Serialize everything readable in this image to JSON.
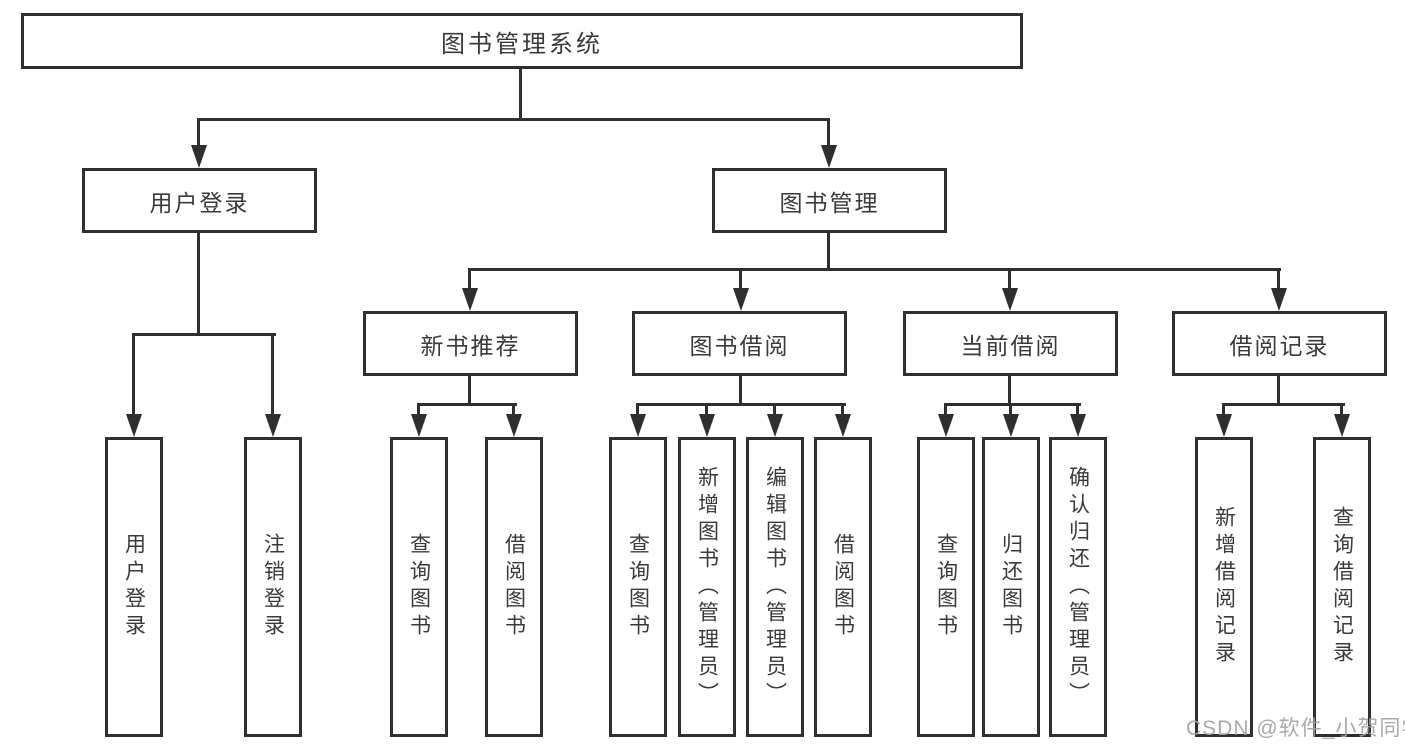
{
  "tree": {
    "root": {
      "label": "图书管理系统"
    },
    "login": {
      "label": "用户登录",
      "children": [
        "用户登录",
        "注销登录"
      ]
    },
    "management": {
      "label": "图书管理"
    },
    "modules": [
      {
        "label": "新书推荐",
        "children": [
          "查询图书",
          "借阅图书"
        ]
      },
      {
        "label": "图书借阅",
        "children": [
          "查询图书",
          "新增图书（管理员）",
          "编辑图书（管理员）",
          "借阅图书"
        ]
      },
      {
        "label": "当前借阅",
        "children": [
          "查询图书",
          "归还图书",
          "确认归还（管理员）"
        ]
      },
      {
        "label": "借阅记录",
        "children": [
          "新增借阅记录",
          "查询借阅记录"
        ]
      }
    ]
  },
  "watermark": {
    "text": "CSDN @软件_小贺同学"
  },
  "colors": {
    "line": "#2f2f2f",
    "text": "#3a3a3a",
    "watermark": "#a3a3a3",
    "background": "#ffffff"
  }
}
